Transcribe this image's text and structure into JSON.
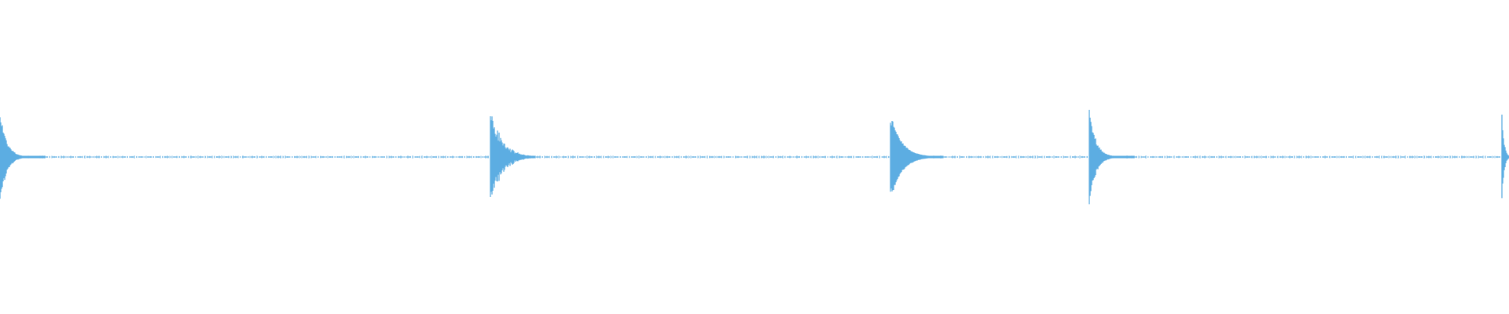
{
  "waveform": {
    "color": "#5dade2",
    "background": "#ffffff",
    "baseline_level": 0.0,
    "onsets": [
      {
        "time": 0.0,
        "peak": 0.95,
        "decay": 0.1,
        "tail_length": 0.03,
        "style": "sharp"
      },
      {
        "time": 0.325,
        "peak": 1.0,
        "decay": 0.35,
        "tail_length": 0.03,
        "style": "noisy"
      },
      {
        "time": 0.59,
        "peak": 0.9,
        "decay": 0.4,
        "tail_length": 0.035,
        "style": "smooth"
      },
      {
        "time": 0.722,
        "peak": 1.0,
        "decay": 0.15,
        "tail_length": 0.03,
        "style": "sharp"
      },
      {
        "time": 0.9955,
        "peak": 0.9,
        "decay": 0.2,
        "tail_length": 0.01,
        "style": "sharp"
      }
    ]
  }
}
